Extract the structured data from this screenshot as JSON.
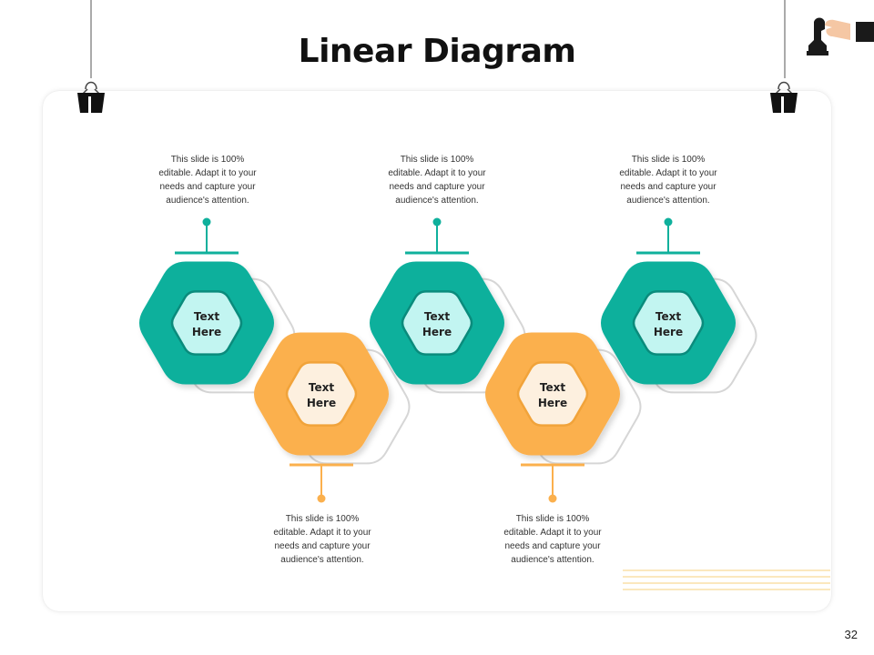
{
  "slide": {
    "title": "Linear Diagram",
    "page_number": "32"
  },
  "colors": {
    "teal": "#0fb09c",
    "teal_light": "#c2f5f1",
    "teal_dark": "#0a8b7c",
    "orange": "#fbb04d",
    "orange_light": "#fdf0df",
    "orange_dark": "#f1a33a"
  },
  "steps": [
    {
      "color": "teal",
      "label_line1": "Text",
      "label_line2": "Here",
      "description": "This slide is 100%\neditable. Adapt it to your\nneeds and capture your\naudience's attention."
    },
    {
      "color": "orange",
      "label_line1": "Text",
      "label_line2": "Here",
      "description": "This slide is 100%\neditable. Adapt it to your\nneeds and capture your\naudience's attention."
    },
    {
      "color": "teal",
      "label_line1": "Text",
      "label_line2": "Here",
      "description": "This slide is 100%\neditable. Adapt it to your\nneeds and capture your\naudience's attention."
    },
    {
      "color": "orange",
      "label_line1": "Text",
      "label_line2": "Here",
      "description": "This slide is 100%\neditable. Adapt it to your\nneeds and capture your\naudience's attention."
    },
    {
      "color": "teal",
      "label_line1": "Text",
      "label_line2": "Here",
      "description": "This slide is 100%\neditable. Adapt it to your\nneeds and capture your\naudience's attention."
    }
  ],
  "decorations": {
    "left_clip_icon": "binder-clip-icon",
    "right_clip_icon": "binder-clip-icon",
    "corner_icon": "hand-holding-chess-knight-icon"
  }
}
